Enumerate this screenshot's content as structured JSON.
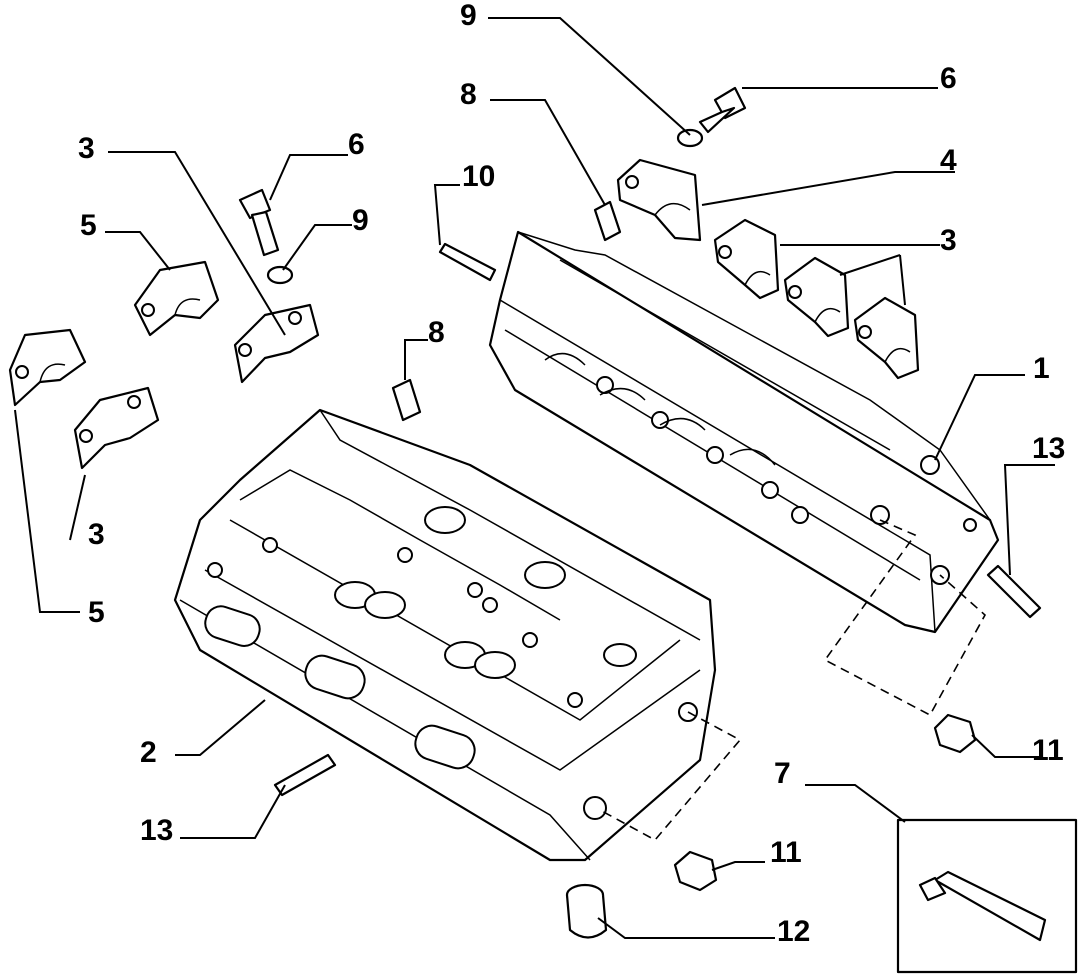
{
  "callouts": [
    {
      "id": "c1",
      "text": "1"
    },
    {
      "id": "c2",
      "text": "2"
    },
    {
      "id": "c3a",
      "text": "3"
    },
    {
      "id": "c3b",
      "text": "3"
    },
    {
      "id": "c3c",
      "text": "3"
    },
    {
      "id": "c4",
      "text": "4"
    },
    {
      "id": "c5a",
      "text": "5"
    },
    {
      "id": "c5b",
      "text": "5"
    },
    {
      "id": "c6a",
      "text": "6"
    },
    {
      "id": "c6b",
      "text": "6"
    },
    {
      "id": "c7",
      "text": "7"
    },
    {
      "id": "c8a",
      "text": "8"
    },
    {
      "id": "c8b",
      "text": "8"
    },
    {
      "id": "c9a",
      "text": "9"
    },
    {
      "id": "c9b",
      "text": "9"
    },
    {
      "id": "c10",
      "text": "10"
    },
    {
      "id": "c11a",
      "text": "11"
    },
    {
      "id": "c11b",
      "text": "11"
    },
    {
      "id": "c12",
      "text": "12"
    },
    {
      "id": "c13a",
      "text": "13"
    },
    {
      "id": "c13b",
      "text": "13"
    }
  ]
}
